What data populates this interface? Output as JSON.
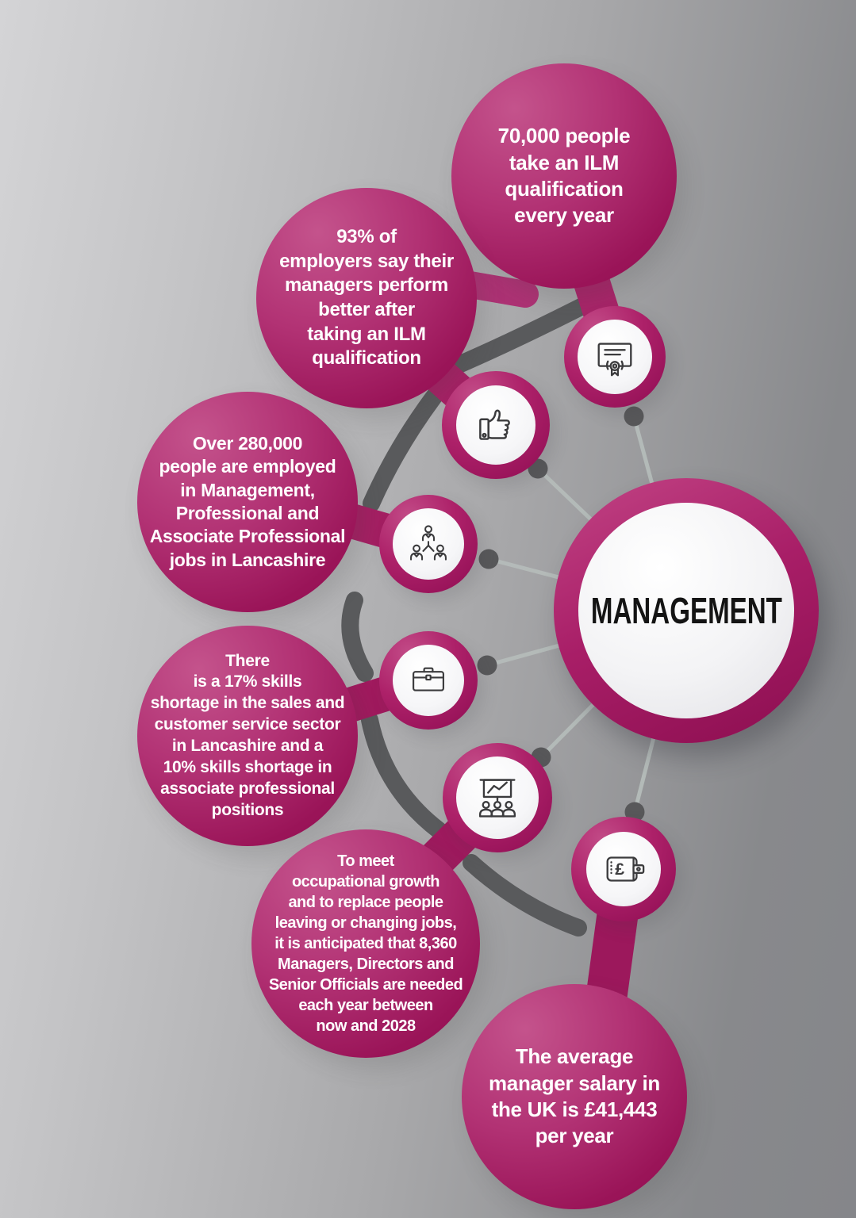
{
  "title": "MANAGEMENT",
  "bubbles": [
    {
      "id": "ilm-uptake",
      "icon": "certificate",
      "text": "70,000 people\ntake an ILM\nqualification\nevery year"
    },
    {
      "id": "employer-feedback",
      "icon": "thumbs-up",
      "text": "93% of\nemployers say their\nmanagers perform\nbetter after\ntaking an ILM\nqualification"
    },
    {
      "id": "employment-numbers",
      "icon": "team",
      "text": "Over 280,000\npeople are employed\nin Management,\nProfessional and\nAssociate Professional\njobs in Lancashire"
    },
    {
      "id": "skills-shortage",
      "icon": "briefcase",
      "text": "There\nis a 17% skills\nshortage in the sales and\ncustomer service sector\nin Lancashire and a\n10% skills shortage in\nassociate professional\npositions"
    },
    {
      "id": "occupational-growth",
      "icon": "presentation",
      "text": "To meet\noccupational growth\nand to replace people\nleaving or changing jobs,\nit is anticipated that 8,360\nManagers, Directors and\nSenior Officials are needed\neach year between\nnow and 2028"
    },
    {
      "id": "average-salary",
      "icon": "wallet",
      "text": "The average\nmanager salary in\nthe UK is £41,443\nper year"
    }
  ],
  "colors": {
    "bubble_gradient_light": "#c4538c",
    "bubble_gradient_dark": "#8e0c50",
    "ring_accent": "#a81e67",
    "connector_dark": "#595a5c",
    "connector_light": "#b5bcba",
    "icon_stroke": "#3b3b3d",
    "bubble_text": "#ffffff",
    "central_text": "#141414",
    "background_left": "#d2d2d4",
    "background_right": "#86878a"
  }
}
